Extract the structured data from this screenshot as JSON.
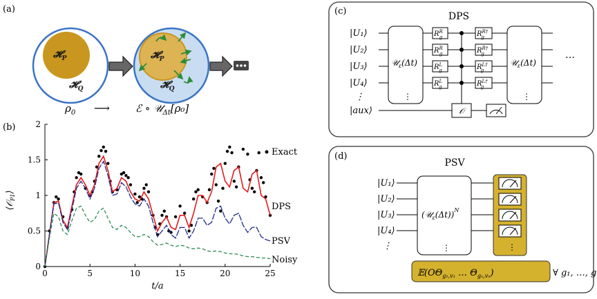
{
  "panel_a": {
    "label": "(a)",
    "hp": "𝓗",
    "hp_sub": "P",
    "hq": "𝓗",
    "hq_sub": "Q",
    "rho0": "ρ",
    "rho0_sub": "0",
    "arrow": "⟶",
    "channel": "ℰ ∘ 𝒰",
    "channel_sub": "Δt",
    "channel_arg": "[ρ₀]"
  },
  "panel_b": {
    "label": "(b)",
    "ylabel": "⟨𝒪",
    "ylabel_sub": "P1",
    "ylabel_end": "⟩",
    "xlabel": "t/a"
  },
  "panel_c": {
    "label": "(c)",
    "title": "DPS",
    "qubits": [
      "|U₁⟩",
      "|U₂⟩",
      "|U₃⟩",
      "|U₄⟩"
    ],
    "vdots": "⋮",
    "aux": "|aux⟩",
    "evolve": "𝒰",
    "evolve_sub": "ε",
    "evolve_arg": "(Δt)",
    "gates_left": [
      "R",
      "R",
      "R",
      "R"
    ],
    "gates_left_sup": [
      "R",
      "R",
      "L",
      "L"
    ],
    "gate_sub": "g",
    "gates_right_sup": [
      "R†",
      "R†",
      "L†",
      "L†"
    ],
    "measure_op": "𝒪",
    "ellipsis": "…"
  },
  "panel_d": {
    "label": "(d)",
    "title": "PSV",
    "qubits": [
      "|U₁⟩",
      "|U₂⟩",
      "|U₃⟩",
      "|U₄⟩"
    ],
    "vdots": "⋮",
    "evolve": "(𝒰",
    "evolve_sub": "ε",
    "evolve_arg": "(Δt))",
    "evolve_pow": "N",
    "expectation": "𝔼(𝑂Θ",
    "exp_sub1": "g₁,v₁",
    "exp_mid": " … Θ",
    "exp_sub2": "gₙ,vₙ",
    "exp_end": ")",
    "forall": "∀ g₁, …, gₙ"
  },
  "chart_data": {
    "type": "line",
    "xlabel": "t/a",
    "ylabel": "⟨𝒪P1⟩",
    "xlim": [
      0,
      25
    ],
    "ylim": [
      0,
      2
    ],
    "xticks": [
      0,
      5,
      10,
      15,
      20,
      25
    ],
    "yticks": [
      0,
      0.5,
      1,
      1.5,
      2
    ],
    "grid": false,
    "colors": {
      "exact": "#000000",
      "dps": "#e31a1c",
      "psv": "#1f2a8a",
      "noisy": "#2e8b57"
    },
    "series": [
      {
        "name": "Exact",
        "style": "points",
        "x": [
          0,
          0.5,
          1,
          1.25,
          1.5,
          2,
          2.5,
          3,
          3.25,
          3.5,
          3.75,
          4,
          4.5,
          5,
          5.25,
          5.5,
          5.75,
          6,
          6.25,
          6.5,
          6.75,
          7,
          7.25,
          7.5,
          8,
          8.5,
          8.75,
          9,
          9.25,
          9.5,
          10,
          10.25,
          10.5,
          10.75,
          11,
          11.25,
          11.5,
          12,
          12.25,
          12.5,
          12.75,
          13,
          13.25,
          13.5,
          13.75,
          14,
          14.5,
          15,
          15.5,
          16,
          16.25,
          16.5,
          16.75,
          17,
          17.5,
          18,
          18.25,
          18.5,
          18.75,
          19,
          19.25,
          19.5,
          19.75,
          20,
          20.25,
          20.5,
          20.75,
          21,
          21.25,
          21.5,
          22,
          22.5,
          22.75,
          23,
          23.25,
          23.5,
          23.75,
          24,
          24.25,
          24.5,
          25
        ],
        "y": [
          0,
          0.5,
          0.9,
          0.98,
          0.95,
          0.7,
          0.55,
          0.8,
          1.05,
          1.25,
          1.32,
          1.3,
          1.1,
          1.0,
          1.05,
          1.2,
          1.4,
          1.55,
          1.63,
          1.68,
          1.62,
          1.45,
          1.2,
          1.05,
          1.08,
          1.3,
          1.32,
          1.28,
          1.25,
          1.15,
          1.02,
          0.9,
          0.98,
          0.95,
          1.1,
          1.15,
          1.05,
          0.72,
          0.55,
          0.45,
          0.6,
          0.72,
          0.78,
          0.7,
          0.5,
          0.48,
          0.7,
          0.85,
          0.75,
          0.5,
          0.58,
          0.95,
          1.05,
          1.08,
          0.98,
          0.9,
          1.08,
          1.3,
          1.38,
          1.15,
          0.92,
          0.78,
          1.1,
          1.45,
          1.62,
          1.68,
          1.6,
          1.2,
          1.12,
          1.4,
          1.65,
          1.58,
          1.22,
          1.1,
          1.05,
          1.35,
          1.6,
          1.25,
          1.18,
          0.98,
          0.72
        ]
      },
      {
        "name": "DPS",
        "style": "line",
        "x": [
          0,
          0.5,
          1,
          1.5,
          2,
          2.5,
          3,
          3.5,
          4,
          4.5,
          5,
          5.5,
          6,
          6.5,
          7,
          7.5,
          8,
          8.5,
          9,
          9.5,
          10,
          10.5,
          11,
          11.5,
          12,
          12.5,
          13,
          13.5,
          14,
          14.5,
          15,
          15.5,
          16,
          16.5,
          17,
          17.5,
          18,
          18.5,
          19,
          19.5,
          20,
          20.5,
          21,
          21.5,
          22,
          22.5,
          23,
          23.5,
          24,
          24.5,
          25
        ],
        "y": [
          0,
          0.45,
          0.9,
          0.92,
          0.65,
          0.55,
          0.85,
          1.15,
          1.25,
          1.15,
          1.0,
          1.15,
          1.45,
          1.55,
          1.35,
          1.05,
          1.1,
          1.25,
          1.2,
          1.05,
          0.95,
          0.92,
          1.05,
          0.95,
          0.72,
          0.5,
          0.62,
          0.7,
          0.55,
          0.52,
          0.72,
          0.72,
          0.55,
          0.75,
          1.0,
          1.0,
          0.9,
          1.05,
          1.4,
          1.45,
          1.2,
          1.12,
          1.35,
          1.4,
          1.1,
          1.05,
          1.3,
          1.35,
          1.0,
          0.95,
          0.72
        ]
      },
      {
        "name": "PSV",
        "style": "line",
        "x": [
          0,
          0.5,
          1,
          1.5,
          2,
          2.5,
          3,
          3.5,
          4,
          4.5,
          5,
          5.5,
          6,
          6.5,
          7,
          7.5,
          8,
          8.5,
          9,
          9.5,
          10,
          10.5,
          11,
          11.5,
          12,
          12.5,
          13,
          13.5,
          14,
          14.5,
          15,
          15.5,
          16,
          16.5,
          17,
          17.5,
          18,
          18.5,
          19,
          19.5,
          20,
          20.5,
          21,
          21.5,
          22,
          22.5,
          23,
          23.5,
          24,
          24.5,
          25
        ],
        "y": [
          0,
          0.45,
          0.88,
          0.9,
          0.62,
          0.52,
          0.8,
          1.1,
          1.2,
          1.1,
          0.95,
          1.1,
          1.38,
          1.48,
          1.28,
          1.0,
          1.02,
          1.18,
          1.12,
          0.98,
          0.88,
          0.85,
          0.95,
          0.85,
          0.62,
          0.42,
          0.5,
          0.58,
          0.45,
          0.4,
          0.55,
          0.55,
          0.4,
          0.5,
          0.68,
          0.68,
          0.58,
          0.62,
          0.82,
          0.85,
          0.68,
          0.6,
          0.72,
          0.75,
          0.58,
          0.48,
          0.55,
          0.55,
          0.42,
          0.38,
          0.36
        ]
      },
      {
        "name": "Noisy",
        "style": "dashed",
        "x": [
          0,
          0.5,
          1,
          1.5,
          2,
          2.5,
          3,
          3.5,
          4,
          4.5,
          5,
          5.5,
          6,
          6.5,
          7,
          7.5,
          8,
          8.5,
          9,
          9.5,
          10,
          10.5,
          11,
          11.5,
          12,
          12.5,
          13,
          13.5,
          14,
          14.5,
          15,
          15.5,
          16,
          16.5,
          17,
          17.5,
          18,
          18.5,
          19,
          19.5,
          20,
          20.5,
          21,
          21.5,
          22,
          22.5,
          23,
          23.5,
          24,
          24.5,
          25
        ],
        "y": [
          0,
          0.4,
          0.75,
          0.7,
          0.5,
          0.45,
          0.65,
          0.82,
          0.85,
          0.72,
          0.62,
          0.66,
          0.78,
          0.82,
          0.68,
          0.55,
          0.52,
          0.58,
          0.55,
          0.48,
          0.42,
          0.42,
          0.45,
          0.42,
          0.35,
          0.3,
          0.31,
          0.33,
          0.3,
          0.28,
          0.3,
          0.29,
          0.26,
          0.25,
          0.26,
          0.25,
          0.22,
          0.21,
          0.22,
          0.21,
          0.19,
          0.18,
          0.18,
          0.17,
          0.15,
          0.14,
          0.14,
          0.13,
          0.12,
          0.12,
          0.11
        ]
      }
    ]
  }
}
